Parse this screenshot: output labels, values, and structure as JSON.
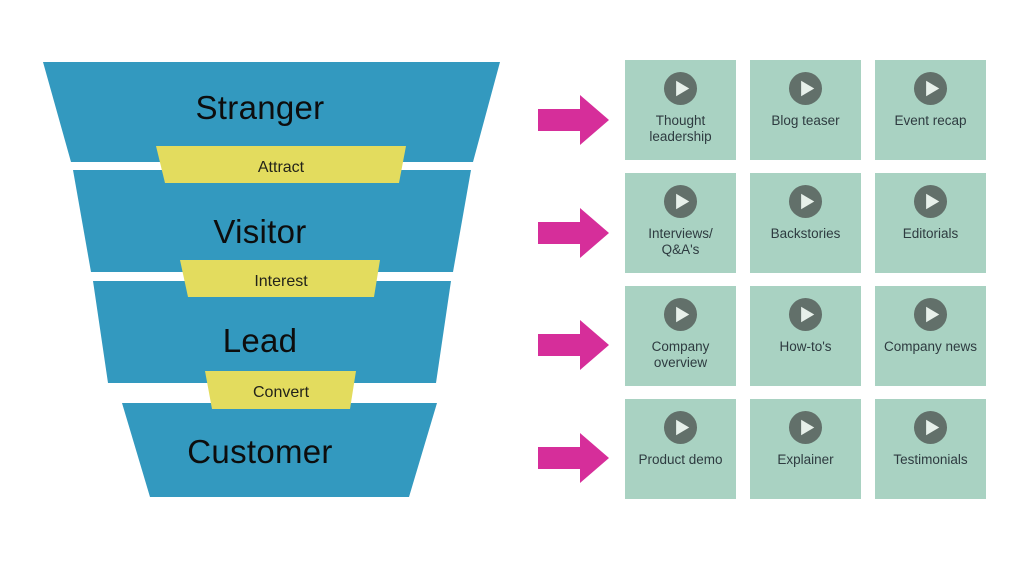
{
  "diagram": {
    "type": "marketing-funnel-video-content-map",
    "colors": {
      "funnel_blue": "#3399bf",
      "band_yellow": "#e3dc5e",
      "arrow_magenta": "#d62e9a",
      "card_mint": "#a9d2c2",
      "play_circle": "#62706a",
      "play_triangle": "#e7f0ea",
      "label_dark": "#2e3b40",
      "background": "#ffffff"
    }
  },
  "funnel": {
    "stages": [
      {
        "label": "Stranger"
      },
      {
        "label": "Visitor"
      },
      {
        "label": "Lead"
      },
      {
        "label": "Customer"
      }
    ],
    "transitions": [
      {
        "label": "Attract"
      },
      {
        "label": "Interest"
      },
      {
        "label": "Convert"
      }
    ]
  },
  "arrows": [
    {
      "name": "arrow-to-row-1"
    },
    {
      "name": "arrow-to-row-2"
    },
    {
      "name": "arrow-to-row-3"
    },
    {
      "name": "arrow-to-row-4"
    }
  ],
  "content_grid": {
    "icon": "play-icon",
    "rows": [
      {
        "stage": "Stranger",
        "cards": [
          {
            "label": "Thought leadership"
          },
          {
            "label": "Blog teaser"
          },
          {
            "label": "Event recap"
          }
        ]
      },
      {
        "stage": "Visitor",
        "cards": [
          {
            "label": "Interviews/ Q&A's"
          },
          {
            "label": "Backstories"
          },
          {
            "label": "Editorials"
          }
        ]
      },
      {
        "stage": "Lead",
        "cards": [
          {
            "label": "Company overview"
          },
          {
            "label": "How-to's"
          },
          {
            "label": "Company news"
          }
        ]
      },
      {
        "stage": "Customer",
        "cards": [
          {
            "label": "Product demo"
          },
          {
            "label": "Explainer"
          },
          {
            "label": "Testimonials"
          }
        ]
      }
    ]
  }
}
